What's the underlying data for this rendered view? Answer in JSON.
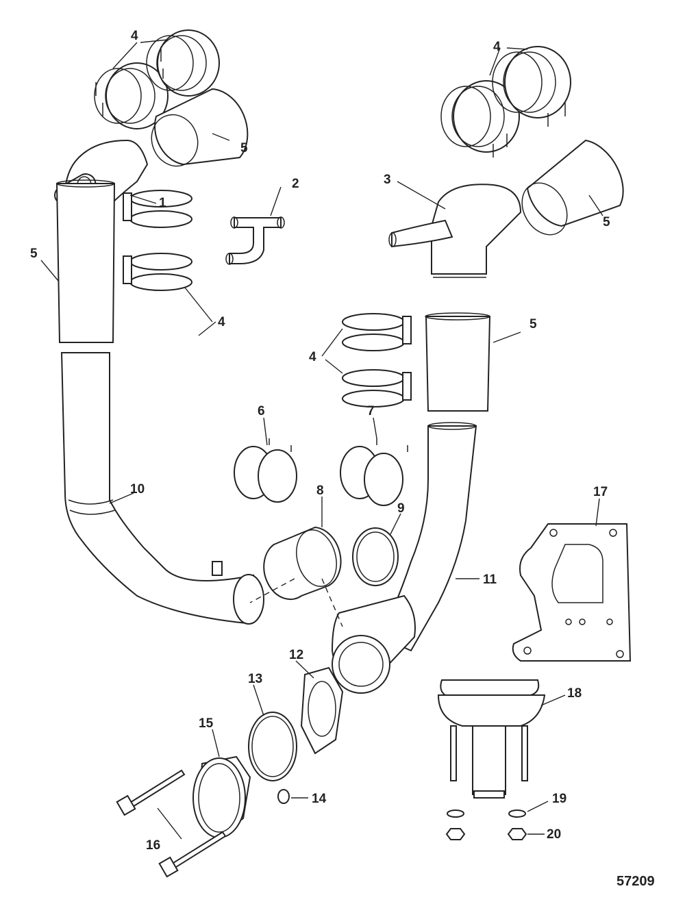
{
  "figure_number": "57209",
  "callouts": [
    {
      "id": "c1",
      "text": "1"
    },
    {
      "id": "c2",
      "text": "2"
    },
    {
      "id": "c3",
      "text": "3"
    },
    {
      "id": "c4a",
      "text": "4"
    },
    {
      "id": "c4b",
      "text": "4"
    },
    {
      "id": "c4c",
      "text": "4"
    },
    {
      "id": "c4d",
      "text": "4"
    },
    {
      "id": "c5a",
      "text": "5"
    },
    {
      "id": "c5b",
      "text": "5"
    },
    {
      "id": "c5c",
      "text": "5"
    },
    {
      "id": "c5d",
      "text": "5"
    },
    {
      "id": "c6",
      "text": "6"
    },
    {
      "id": "c7",
      "text": "7"
    },
    {
      "id": "c8",
      "text": "8"
    },
    {
      "id": "c9",
      "text": "9"
    },
    {
      "id": "c10",
      "text": "10"
    },
    {
      "id": "c11",
      "text": "11"
    },
    {
      "id": "c12",
      "text": "12"
    },
    {
      "id": "c13",
      "text": "13"
    },
    {
      "id": "c14",
      "text": "14"
    },
    {
      "id": "c15",
      "text": "15"
    },
    {
      "id": "c16",
      "text": "16"
    },
    {
      "id": "c17",
      "text": "17"
    },
    {
      "id": "c18",
      "text": "18"
    },
    {
      "id": "c19",
      "text": "19"
    },
    {
      "id": "c20",
      "text": "20"
    }
  ]
}
